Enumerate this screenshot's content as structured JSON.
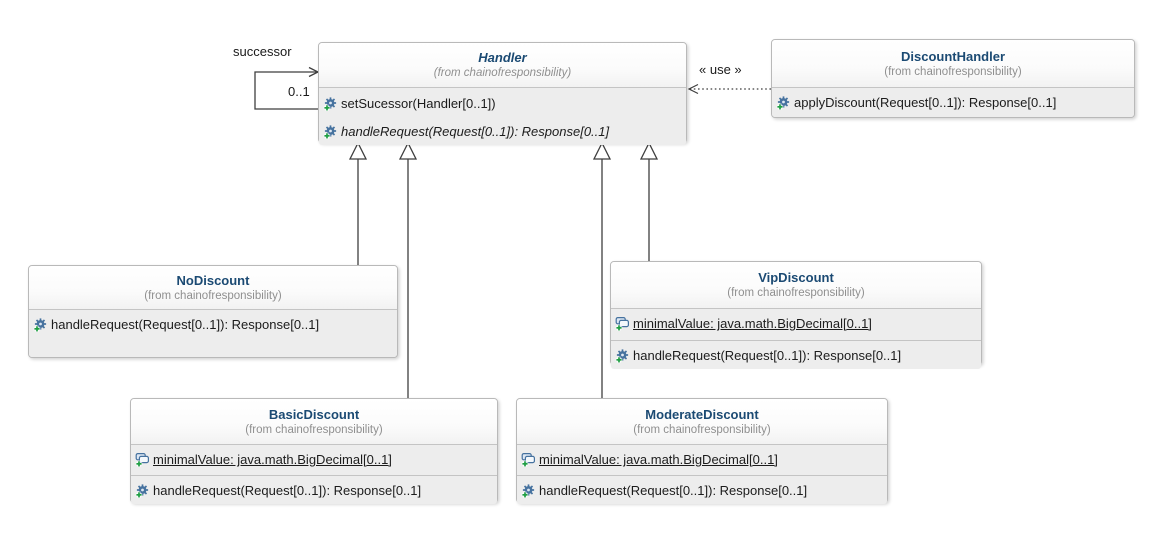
{
  "diagram": {
    "type": "uml-class-diagram",
    "package": "chainofresponsibility",
    "classes": [
      {
        "name": "Handler",
        "from": "(from chainofresponsibility)",
        "abstract": true,
        "attributes": [],
        "operations": [
          "setSucessor(Handler[0..1])",
          "handleRequest(Request[0..1]): Response[0..1]"
        ]
      },
      {
        "name": "DiscountHandler",
        "from": "(from chainofresponsibility)",
        "abstract": false,
        "attributes": [],
        "operations": [
          "applyDiscount(Request[0..1]): Response[0..1]"
        ]
      },
      {
        "name": "NoDiscount",
        "from": "(from chainofresponsibility)",
        "abstract": false,
        "attributes": [],
        "operations": [
          "handleRequest(Request[0..1]): Response[0..1]"
        ]
      },
      {
        "name": "VipDiscount",
        "from": "(from chainofresponsibility)",
        "abstract": false,
        "attributes": [
          "minimalValue: java.math.BigDecimal[0..1]"
        ],
        "operations": [
          "handleRequest(Request[0..1]): Response[0..1]"
        ]
      },
      {
        "name": "BasicDiscount",
        "from": "(from chainofresponsibility)",
        "abstract": false,
        "attributes": [
          "minimalValue: java.math.BigDecimal[0..1]"
        ],
        "operations": [
          "handleRequest(Request[0..1]): Response[0..1]"
        ]
      },
      {
        "name": "ModerateDiscount",
        "from": "(from chainofresponsibility)",
        "abstract": false,
        "attributes": [
          "minimalValue: java.math.BigDecimal[0..1]"
        ],
        "operations": [
          "handleRequest(Request[0..1]): Response[0..1]"
        ]
      }
    ],
    "edges": {
      "successor_label": "successor",
      "successor_multiplicity": "0..1",
      "use_label": "« use »"
    },
    "colors": {
      "class_title": "#1b4a73",
      "package_text": "#8f8f8f",
      "member_text": "#1c1c1c",
      "box_border": "#b9b9b9",
      "compartment_bg": "#ededed",
      "connector": "#3f3f3f",
      "icon_blue": "#46729f",
      "icon_green": "#1e9e43"
    }
  }
}
